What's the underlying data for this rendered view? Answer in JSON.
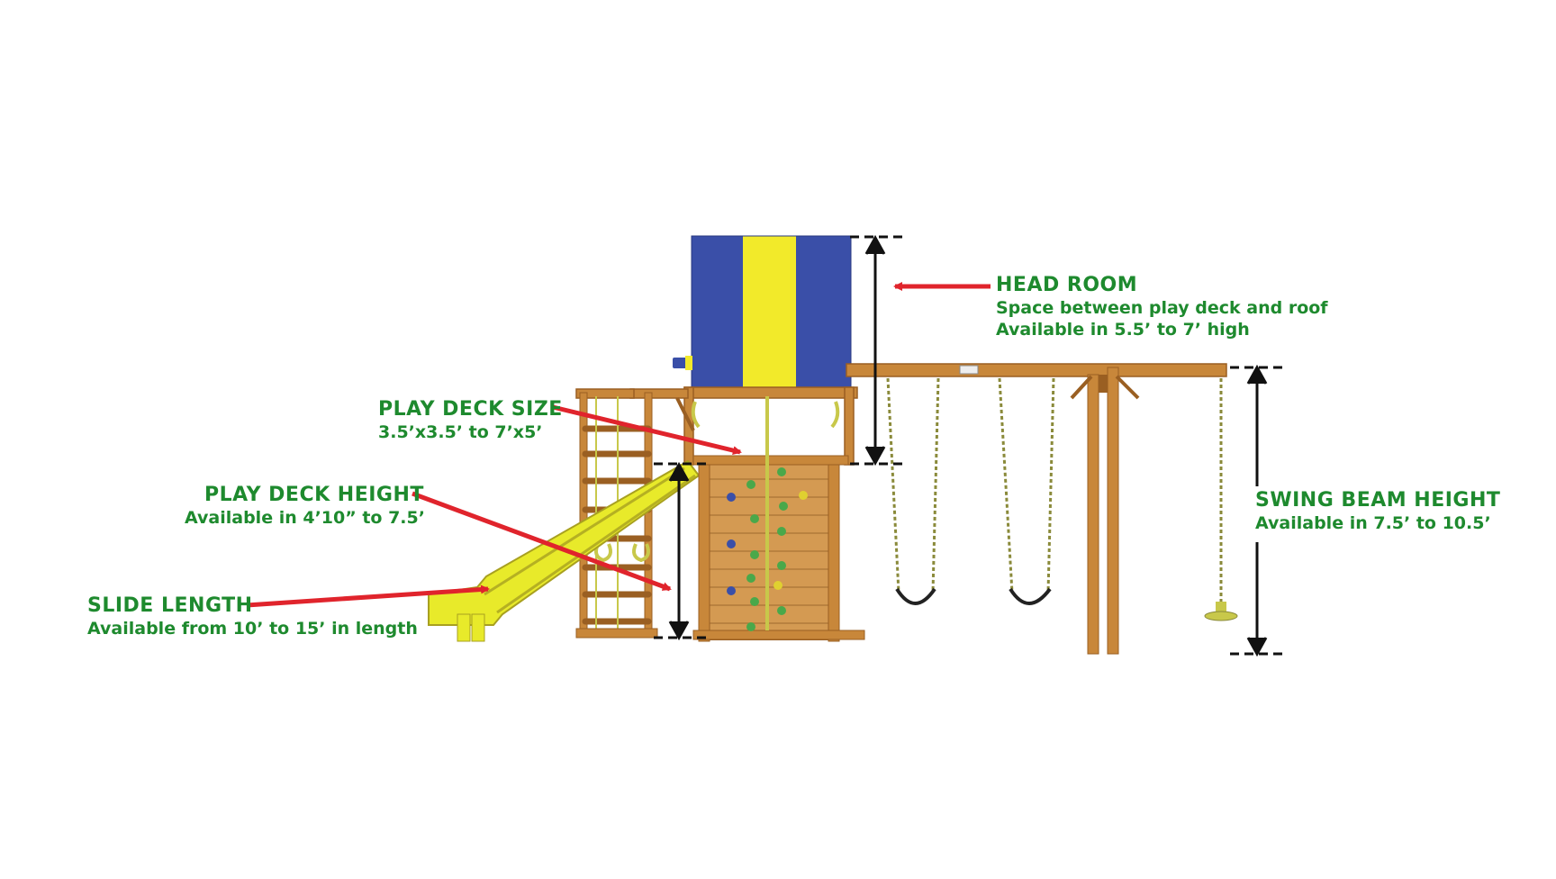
{
  "labels": {
    "head_room": {
      "title": "HEAD ROOM",
      "line1": "Space between play deck and roof",
      "line2": "Available in 5.5’ to 7’ high"
    },
    "play_deck_size": {
      "title": "PLAY DECK SIZE",
      "line1": "3.5’x3.5’ to 7’x5’"
    },
    "play_deck_height": {
      "title": "PLAY DECK HEIGHT",
      "line1": "Available in 4’10” to 7.5’"
    },
    "slide_length": {
      "title": "SLIDE LENGTH",
      "line1": "Available from 10’ to 15’ in length"
    },
    "swing_beam_height": {
      "title": "SWING BEAM HEIGHT",
      "line1": "Available in 7.5’ to 10.5’"
    }
  },
  "colors": {
    "label_green": "#1e8a2e",
    "arrow_red": "#e0242c",
    "wood": "#c8873a",
    "wood_dark": "#9a5f22",
    "roof_blue": "#3a4fa8",
    "roof_yellow": "#f2ea2a",
    "slide_yellow": "#e8ea2a",
    "dimension_black": "#111111"
  }
}
